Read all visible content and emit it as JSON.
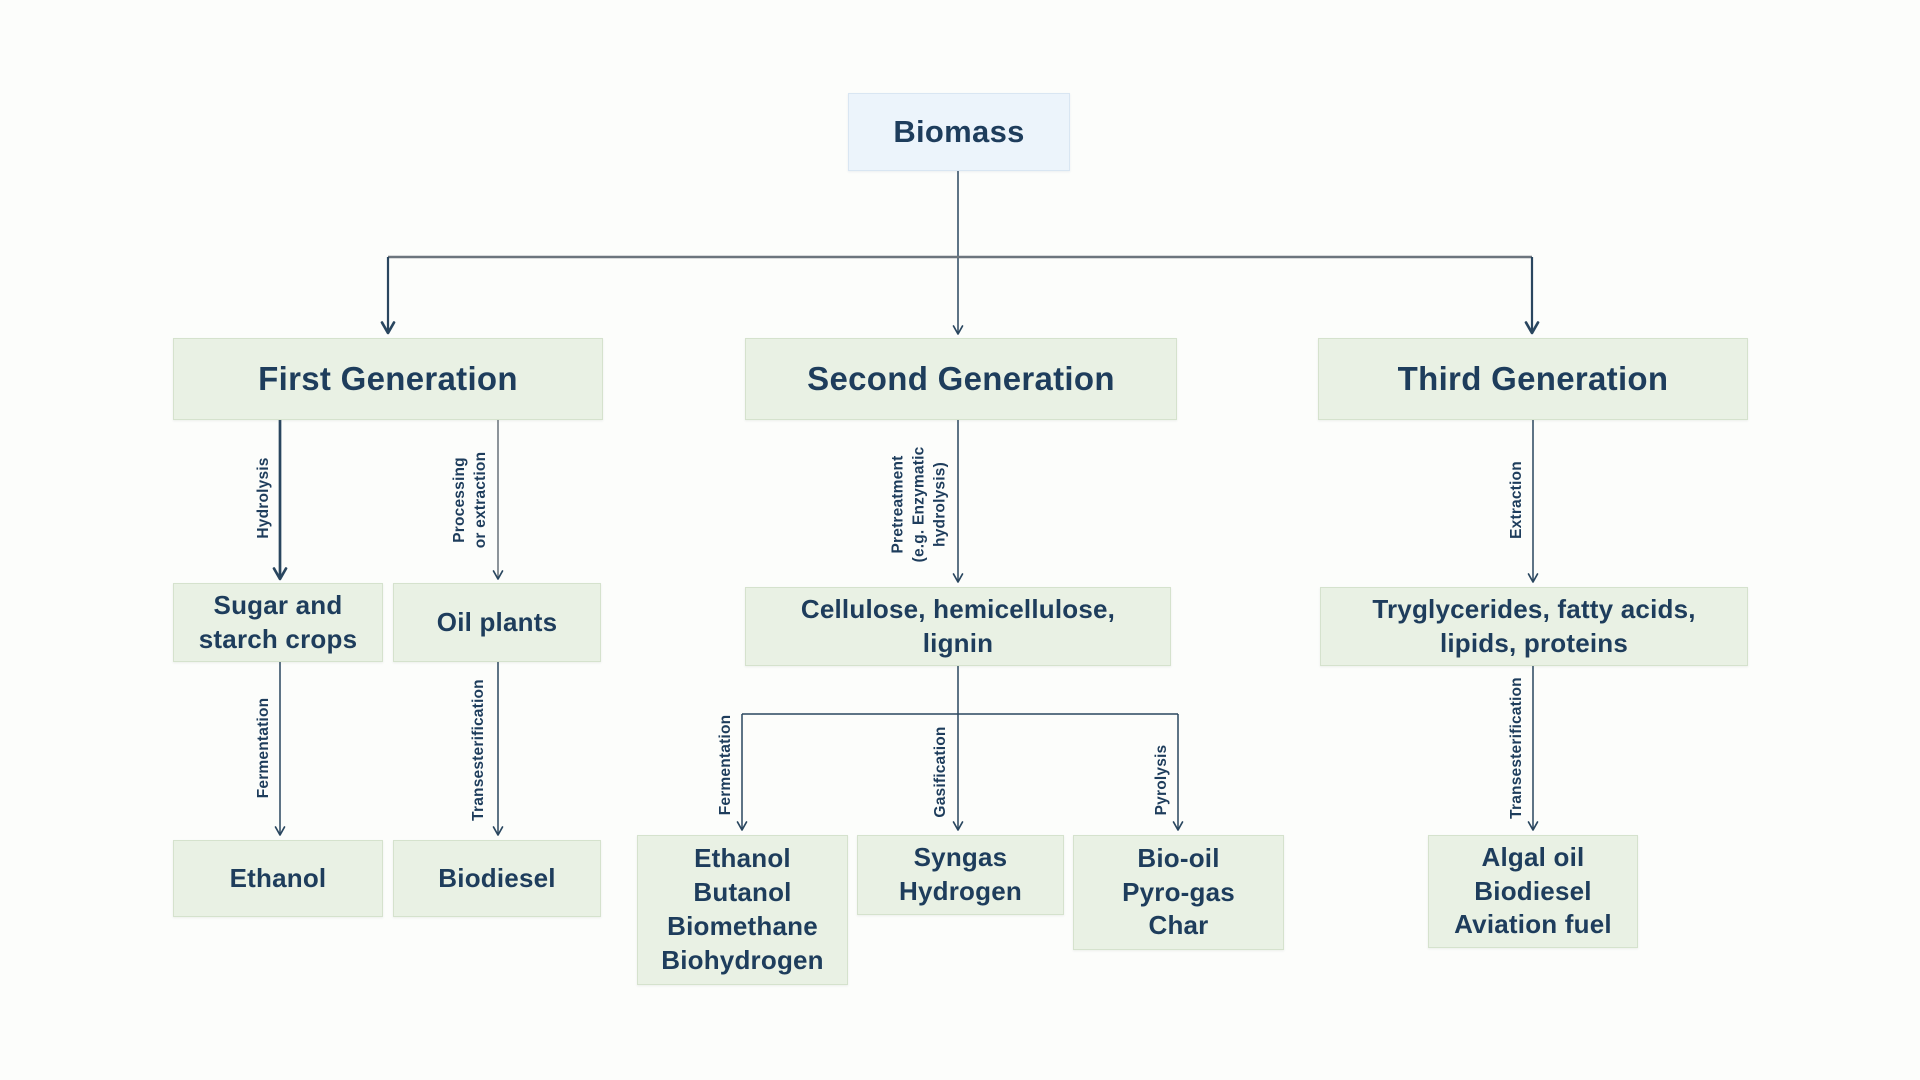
{
  "nodes": {
    "biomass": "Biomass",
    "first_generation": "First Generation",
    "second_generation": "Second Generation",
    "third_generation": "Third Generation",
    "sugar_starch": "Sugar and\nstarch crops",
    "oil_plants": "Oil plants",
    "ethanol": "Ethanol",
    "biodiesel": "Biodiesel",
    "cellulose": "Cellulose, hemicellulose,\nlignin",
    "fermentation_products": "Ethanol\nButanol\nBiomethane\nBiohydrogen",
    "syngas": "Syngas\nHydrogen",
    "bio_oil": "Bio-oil\nPyro-gas\nChar",
    "triglycerides": "Tryglycerides, fatty acids,\nlipids, proteins",
    "algal_oil": "Algal oil\nBiodiesel\nAviation fuel"
  },
  "edges": {
    "hydrolysis": "Hydrolysis",
    "processing_or_extraction": "Processing\nor extraction",
    "fermentation_1": "Fermentation",
    "transesterification_1": "Transesterification",
    "pretreatment": "Pretreatment\n(e.g. Enzymatic\nhydrolysis)",
    "fermentation_2": "Fermentation",
    "gasification": "Gasification",
    "pyrolysis": "Pyrolysis",
    "extraction": "Extraction",
    "transesterification_2": "Transesterification"
  },
  "colors": {
    "box_green": "#e9f1e4",
    "box_blue": "#ecf4fb",
    "text_navy": "#1e3d5c",
    "line_navy": "#29465f",
    "line_gray": "#6c757d",
    "background": "#fcfdfb"
  }
}
